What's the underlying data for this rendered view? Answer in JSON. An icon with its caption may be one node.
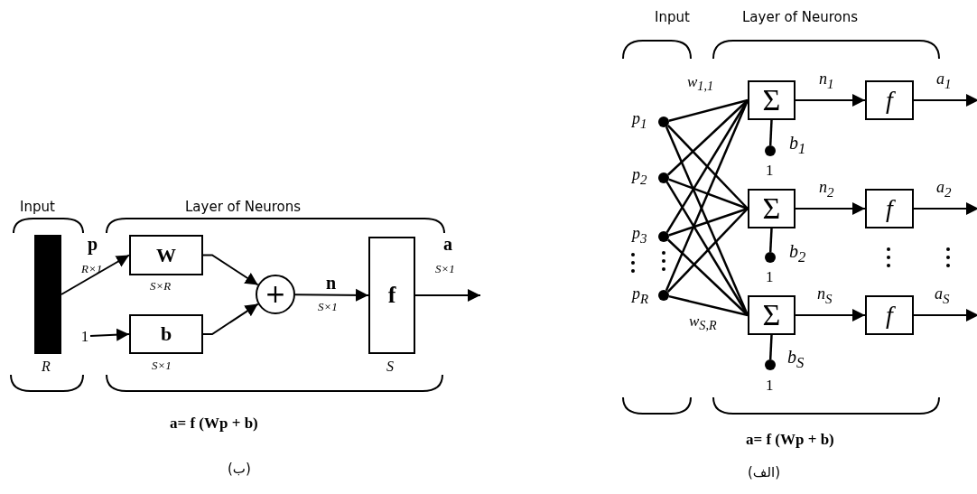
{
  "diagram": {
    "nodes": [
      {
        "text": [],
        "shape": "bar",
        "beside": [
          "R"
        ]
      },
      {
        "text": [
          "1"
        ]
      },
      {
        "text": [
          "W"
        ],
        "beside": [
          "S×R"
        ]
      },
      {
        "text": [
          "b"
        ],
        "beside": [
          "S×1"
        ]
      },
      {
        "text": [
          "+"
        ]
      },
      {
        "text": [
          "f"
        ],
        "beside": [
          "S"
        ]
      },
      {
        "text": [],
        "shape": "circle",
        "beside": [
          "p$_{1}$"
        ]
      },
      {
        "text": [],
        "shape": "circle",
        "beside": [
          "p$_{2}$"
        ]
      },
      {
        "text": [],
        "shape": "circle",
        "beside": [
          "p$_{3}$"
        ]
      },
      {
        "text": [],
        "shape": "circle",
        "beside": [
          "p$_{R}$"
        ]
      },
      {
        "text": [
          "Σ"
        ]
      },
      {
        "text": [
          "f"
        ]
      },
      {
        "text": [],
        "shape": "circle",
        "beside": [
          "b$_{1}$",
          "1"
        ]
      },
      {
        "text": [
          "Σ"
        ]
      },
      {
        "text": [
          "f"
        ]
      },
      {
        "text": [],
        "shape": "circle",
        "beside": [
          "b$_{2}$",
          "1"
        ]
      },
      {
        "text": [
          "Σ"
        ]
      },
      {
        "text": [
          "f"
        ]
      },
      {
        "text": [],
        "shape": "circle",
        "beside": [
          "b$_{S}$",
          "1"
        ]
      }
    ],
    "edges": [
      {
        "from": 0,
        "to": 2,
        "arrow": "to",
        "label": "p"
      },
      {
        "from": 1,
        "to": 3,
        "arrow": "to"
      },
      {
        "from": 2,
        "to": 4,
        "arrow": "to"
      },
      {
        "from": 3,
        "to": 4,
        "arrow": "to"
      },
      {
        "from": 4,
        "to": 5,
        "arrow": "to",
        "label": "n"
      },
      {
        "from": 5,
        "to": null,
        "arrow": "to",
        "label": "a"
      },
      {
        "from": 6,
        "to": 10,
        "arrow": "none",
        "label": "w$_{1,1}$"
      },
      {
        "from": 6,
        "to": 13,
        "arrow": "none"
      },
      {
        "from": 6,
        "to": 16,
        "arrow": "none"
      },
      {
        "from": 7,
        "to": 10,
        "arrow": "none"
      },
      {
        "from": 7,
        "to": 13,
        "arrow": "none"
      },
      {
        "from": 7,
        "to": 16,
        "arrow": "none"
      },
      {
        "from": 8,
        "to": 10,
        "arrow": "none"
      },
      {
        "from": 8,
        "to": 13,
        "arrow": "none"
      },
      {
        "from": 8,
        "to": 16,
        "arrow": "none"
      },
      {
        "from": 9,
        "to": 10,
        "arrow": "none"
      },
      {
        "from": 9,
        "to": 13,
        "arrow": "none"
      },
      {
        "from": 9,
        "to": 16,
        "arrow": "none",
        "label": "w$_{S,R}$"
      },
      {
        "from": 12,
        "to": 10,
        "arrow": "none"
      },
      {
        "from": 15,
        "to": 13,
        "arrow": "none"
      },
      {
        "from": 18,
        "to": 16,
        "arrow": "none"
      },
      {
        "from": 10,
        "to": 11,
        "arrow": "to",
        "label": "n$_{1}$"
      },
      {
        "from": 11,
        "to": null,
        "arrow": "to",
        "label": "a$_{1}$"
      },
      {
        "from": 13,
        "to": 14,
        "arrow": "to",
        "label": "n$_{2}$"
      },
      {
        "from": 14,
        "to": null,
        "arrow": "to",
        "label": "a$_{2}$"
      },
      {
        "from": 16,
        "to": 17,
        "arrow": "to",
        "label": "n$_{S}$"
      },
      {
        "from": 17,
        "to": null,
        "arrow": "to",
        "label": "a$_{S}$"
      }
    ],
    "labels": [
      "Input",
      "Layer of Neurons",
      "R×1",
      "S×1",
      "S×1",
      "a= f (Wp + b)",
      "(ب)",
      "Input",
      "Layer of Neurons",
      "a= f (Wp + b)",
      "(الف)"
    ]
  }
}
